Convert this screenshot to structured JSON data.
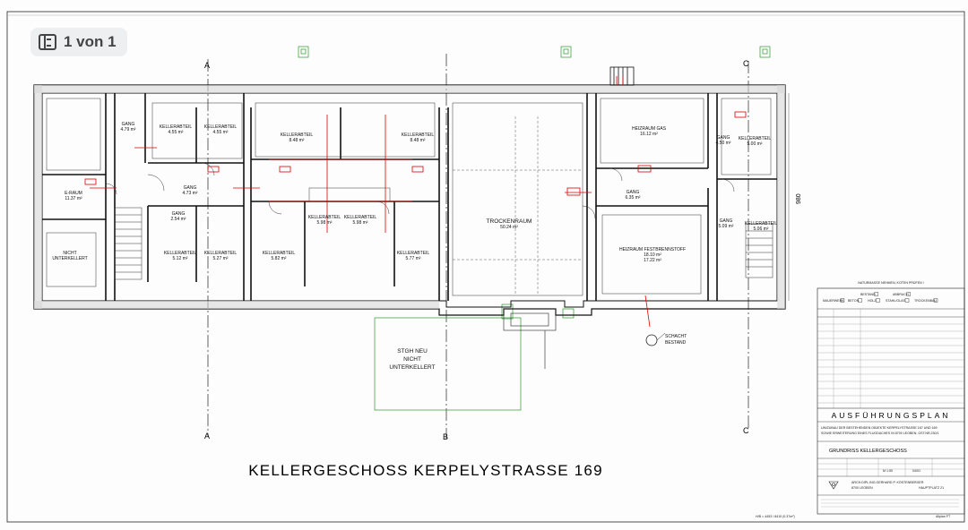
{
  "viewer": {
    "page_indicator": "1 von 1"
  },
  "plan": {
    "title": "KELLERGESCHOSS KERPELYSTRASSE 169",
    "overall_dim": "980",
    "section_marks": [
      "A",
      "B",
      "C"
    ],
    "stair_annotation": [
      "STGH NEU",
      "NICHT",
      "UNTERKELLERT"
    ],
    "shaft_annotation": [
      "SCHACHT",
      "BESTAND"
    ],
    "rooms": [
      {
        "id": "gang-1",
        "lines": [
          "GANG",
          "4.79 m²"
        ]
      },
      {
        "id": "kellerabteil-1",
        "lines": [
          "KELLERABTEIL",
          "4.55 m²"
        ]
      },
      {
        "id": "kellerabteil-2",
        "lines": [
          "KELLERABTEIL",
          "4.55 m²"
        ]
      },
      {
        "id": "kellerabteil-3",
        "lines": [
          "KELLERABTEIL",
          "8.48 m²"
        ]
      },
      {
        "id": "kellerabteil-4",
        "lines": [
          "KELLERABTEIL",
          "8.48 m²"
        ]
      },
      {
        "id": "heizraum-gas",
        "lines": [
          "HEIZRAUM GAS",
          "16.12 m²"
        ]
      },
      {
        "id": "gang-2",
        "lines": [
          "GANG",
          "4.50 m²"
        ]
      },
      {
        "id": "kellerabteil-5",
        "lines": [
          "KELLERABTEIL",
          "5.00 m²"
        ]
      },
      {
        "id": "e-raum",
        "lines": [
          "E-RAUM",
          "11.37 m²"
        ]
      },
      {
        "id": "gang-3",
        "lines": [
          "GANG",
          "4.73 m²"
        ]
      },
      {
        "id": "gang-4",
        "lines": [
          "GANG",
          "2.54 m²"
        ]
      },
      {
        "id": "kellerabteil-6",
        "lines": [
          "KELLERABTEIL",
          "5.98 m²"
        ]
      },
      {
        "id": "kellerabteil-7",
        "lines": [
          "KELLERABTEIL",
          "5.98 m²"
        ]
      },
      {
        "id": "trockenraum",
        "lines": [
          "TROCKENRAUM",
          "50.24 m²"
        ]
      },
      {
        "id": "gang-5",
        "lines": [
          "GANG",
          "6.35 m²"
        ]
      },
      {
        "id": "gang-6",
        "lines": [
          "GANG",
          "5.09 m²"
        ]
      },
      {
        "id": "kellerabteil-8",
        "lines": [
          "KELLERABTEIL",
          "5.06 m²"
        ]
      },
      {
        "id": "nicht-unterkellert",
        "lines": [
          "NICHT",
          "UNTERKELLERT"
        ]
      },
      {
        "id": "kellerabteil-9",
        "lines": [
          "KELLERABTEIL",
          "5.12 m²"
        ]
      },
      {
        "id": "kellerabteil-10",
        "lines": [
          "KELLERABTEIL",
          "5.27 m²"
        ]
      },
      {
        "id": "kellerabteil-11",
        "lines": [
          "KELLERABTEIL",
          "5.82 m²"
        ]
      },
      {
        "id": "kellerabteil-12",
        "lines": [
          "KELLERABTEIL",
          "5.77 m²"
        ]
      },
      {
        "id": "heizraum-fest",
        "lines": [
          "HEIZRAUM FESTBRENNSTOFF",
          "18.10 m²",
          "17.22 m²"
        ]
      }
    ]
  },
  "title_block": {
    "note": "NATURMASSE NEHMEN, KOTEN PRÜFEN !",
    "legend": [
      "BESTAND",
      "ABBRUCH",
      "MAUERWERK",
      "BETON",
      "HOLZ",
      "STAHL/GLAS",
      "TROCKENBAU"
    ],
    "header": "AUSFÜHRUNGSPLAN",
    "project_lines": [
      "UM/ZUBAU DER BESTEHENDEN OBJEKTE KERPELYSTRASSE 167 UND 169",
      "SOWIE ERWEITERUNG EINES FLUGDACHES IN 8700 LEOBEN, GST.NR.230/1"
    ],
    "drawing_title": "GRUNDRISS KELLERGESCHOSS",
    "architect": [
      "ARCH.DIPL.ING.GERHARD P. KÖSTENBERGER",
      "8700 LEOBEN",
      "HAUPTPLATZ 21"
    ],
    "scale": "M 1:50",
    "plan_no": "04/01",
    "footer_id": "H/B = 4453 / 8410 (0.37m²)",
    "footer_right": "Allplan FT"
  }
}
